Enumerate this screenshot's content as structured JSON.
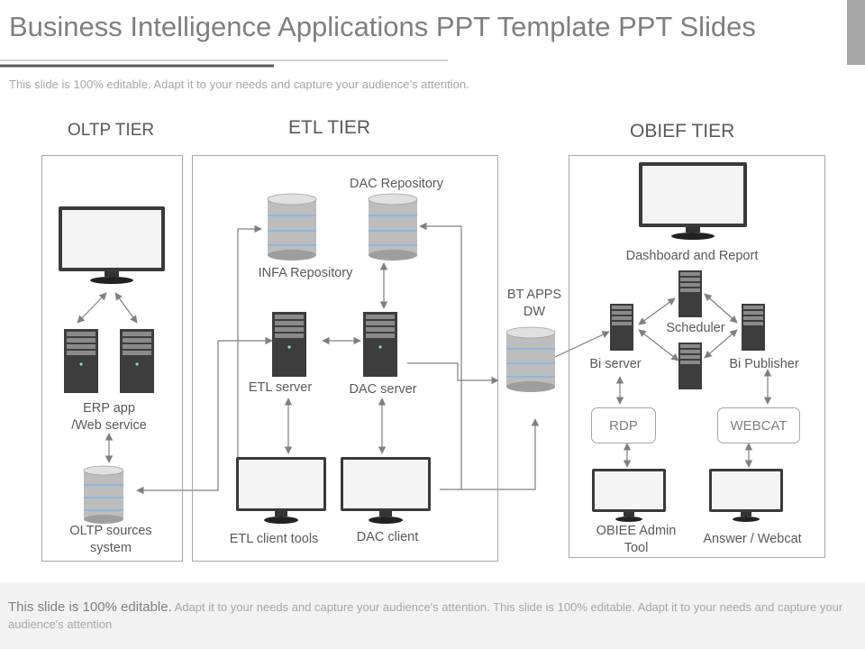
{
  "slide": {
    "title": "Business Intelligence Applications PPT Template PPT Slides",
    "subtitle": "This slide is 100% editable. Adapt it to your needs and capture your audience’s attention."
  },
  "tiers": {
    "oltp": "OLTP TIER",
    "etl": "ETL TIER",
    "obief": "OBIEF TIER"
  },
  "nodes": {
    "erp_line1": "ERP app",
    "erp_line2": "/Web service",
    "oltp_sources_line1": "OLTP sources",
    "oltp_sources_line2": "system",
    "dac_repository": "DAC Repository",
    "infa_repository": "INFA Repository",
    "etl_server": "ETL server",
    "dac_server": "DAC server",
    "etl_client_tools": "ETL client tools",
    "dac_client": "DAC client",
    "bt_apps_line1": "BT APPS",
    "bt_apps_line2": "DW",
    "dashboard_report": "Dashboard and Report",
    "scheduler": "Scheduler",
    "bi_server": "Bi server",
    "bi_publisher": "Bi Publisher",
    "rdp": "RDP",
    "webcat": "WEBCAT",
    "obiee_admin_line1": "OBIEE Admin",
    "obiee_admin_line2": "Tool",
    "answer_webcat": "Answer / Webcat"
  },
  "footer": {
    "lead": "This slide is 100% editable.",
    "rest": " Adapt it to your needs and capture your audience's attention. This slide is 100% editable. Adapt it to your needs and capture your audience's attention"
  },
  "colors": {
    "accent_gray": "#a6a6a6",
    "dark_rule": "#595959",
    "arrow": "#7f7f7f",
    "disk_highlight": "#7fb5e6"
  }
}
